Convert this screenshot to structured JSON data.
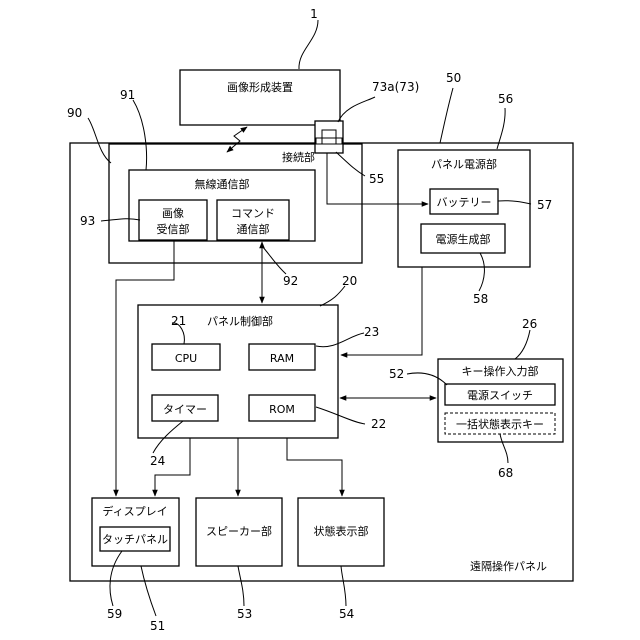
{
  "labels": {
    "image_forming_apparatus": "画像形成装置",
    "connection": "接続部",
    "wireless": "無線通信部",
    "image_rx_1": "画像",
    "image_rx_2": "受信部",
    "command_1": "コマンド",
    "command_2": "通信部",
    "panel_power": "パネル電源部",
    "battery": "バッテリー",
    "power_gen": "電源生成部",
    "panel_ctrl": "パネル制御部",
    "cpu": "CPU",
    "ram": "RAM",
    "timer": "タイマー",
    "rom": "ROM",
    "key_input": "キー操作入力部",
    "power_switch": "電源スイッチ",
    "batch_key": "一括状態表示キー",
    "display": "ディスプレイ",
    "touch_panel": "タッチパネル",
    "speaker": "スピーカー部",
    "status_display": "状態表示部",
    "remote_panel": "遠隔操作パネル"
  },
  "refs": {
    "r1": "1",
    "r73": "73a(73)",
    "r50": "50",
    "r56": "56",
    "r90": "90",
    "r91": "91",
    "r55": "55",
    "r57": "57",
    "r93": "93",
    "r92": "92",
    "r58": "58",
    "r20": "20",
    "r21": "21",
    "r23": "23",
    "r26": "26",
    "r52": "52",
    "r22": "22",
    "r24": "24",
    "r68": "68",
    "r59": "59",
    "r51": "51",
    "r53": "53",
    "r54": "54"
  }
}
